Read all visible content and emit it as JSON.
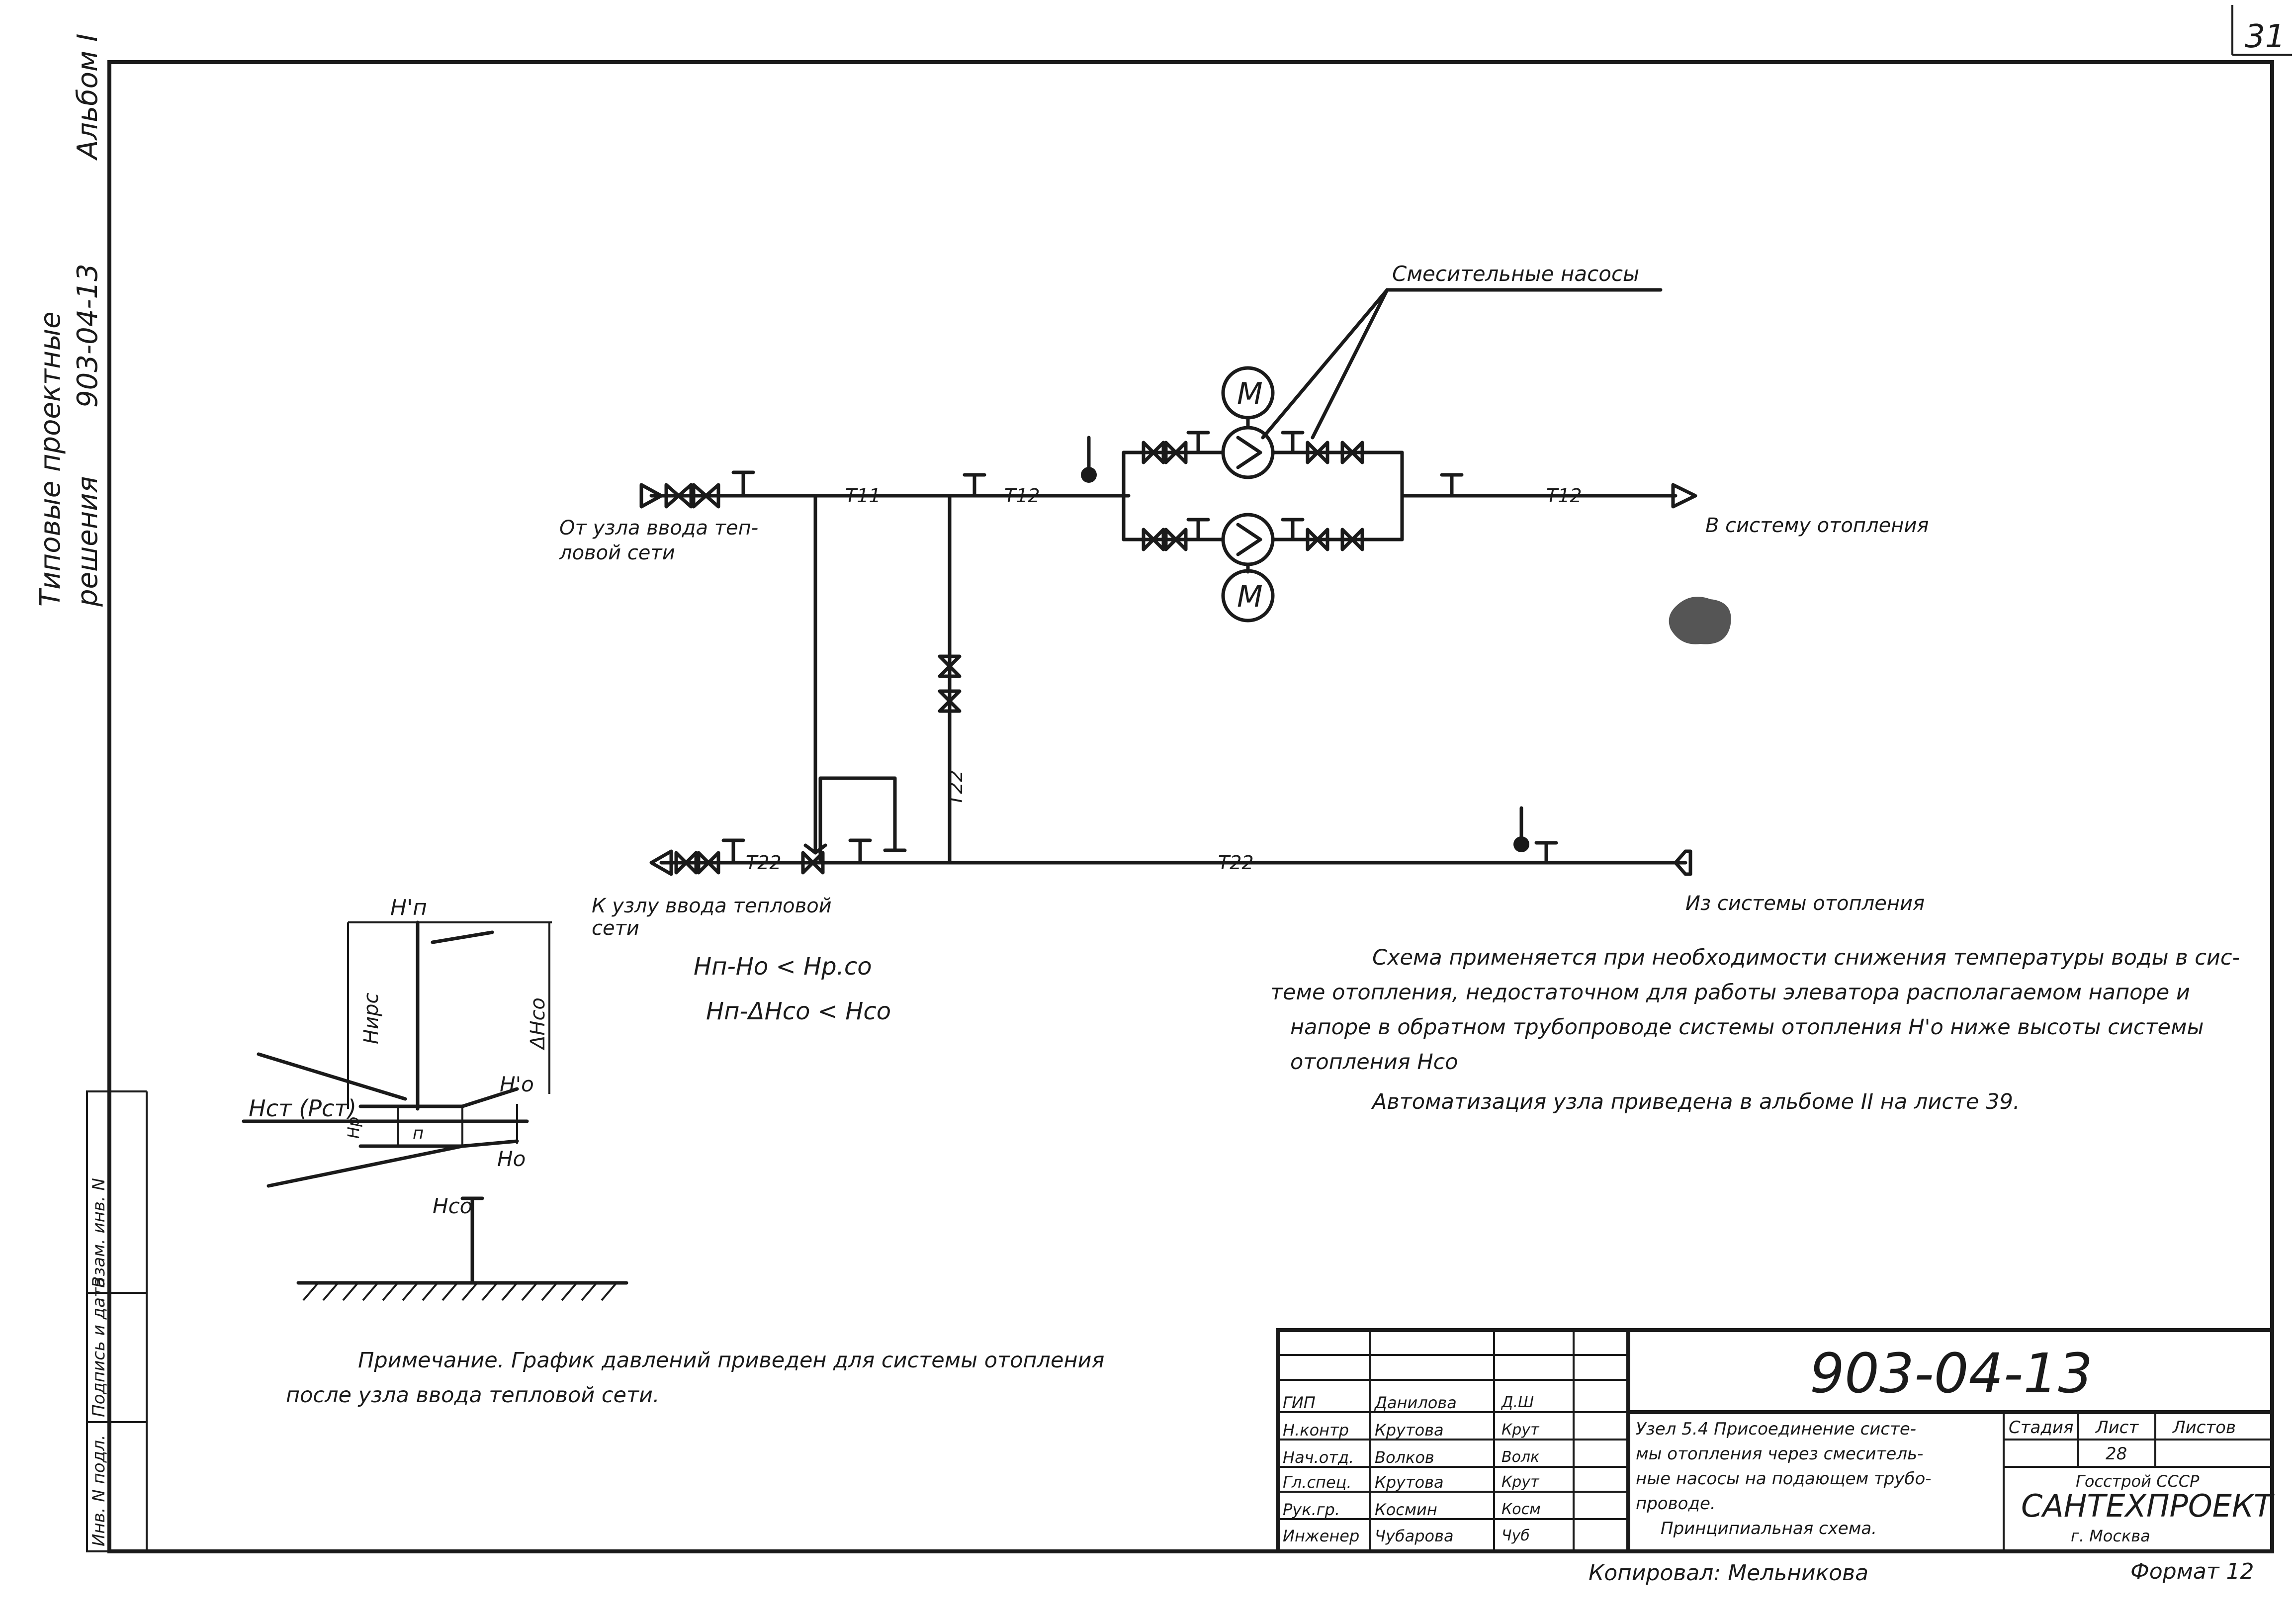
{
  "page_number": "31",
  "side_title": {
    "line1": "Типовые проектные",
    "line2": "решения",
    "code": "903-04-13",
    "album": "Альбом I"
  },
  "binding_strip": {
    "cell1": "Инв. N подл.",
    "cell2": "Подпись и дата",
    "cell3": "Взам. инв. N"
  },
  "diagram": {
    "callout_pumps": "Смесительные насосы",
    "from_network": "От узла ввода тепловой сети",
    "to_heating": "В систему отопления",
    "to_network_node": "К узлу ввода тепловой сети",
    "from_heating": "Из системы отопления",
    "motor_label": "М",
    "pipes": {
      "t11": "T11",
      "t12": "T12",
      "t22": "T22"
    },
    "formula1": "Нп-Но < Нр.со",
    "formula2": "Нп-ΔНсо < Нсо"
  },
  "pressure_graph": {
    "hp_prime": "Н'п",
    "hnrs": "Нирс",
    "dhco": "ΔНсо",
    "hcm_pcm": "Нст (Рст)",
    "h0_prime": "Н'о",
    "h0": "Но",
    "hco": "Нсо",
    "hp": "Нр",
    "n": "п"
  },
  "notes": {
    "description_lines": [
      "Схема применяется при необходимости снижения температуры воды в сис-",
      "теме отопления, недостаточном для работы элеватора располагаемом напоре и",
      "напоре в обратном трубопроводе системы отопления Н'о ниже высоты системы",
      "отопления Нсо"
    ],
    "automation": "Автоматизация узла приведена в альбоме II на листе 39.",
    "note_lines": [
      "Примечание. График давлений приведен для системы отопления",
      "после узла ввода тепловой сети."
    ]
  },
  "title_block": {
    "doc_code": "903-04-13",
    "roles": [
      "ГИП",
      "Н.контр",
      "Нач.отд.",
      "Гл.спец.",
      "Рук.гр.",
      "Инженер"
    ],
    "names": [
      "Данилова",
      "Крутова",
      "Волков",
      "Крутова",
      "Космин",
      "Чубарова"
    ],
    "signatures": [
      "Д.Ш",
      "Крут",
      "Волк",
      "Крут",
      "Косм",
      "Чуб"
    ],
    "title_lines": [
      "Узел 5.4 Присоединение систе-",
      "мы отопления через смеситель-",
      "ные насосы на подающем трубо-",
      "проводе.",
      "Принципиальная схема."
    ],
    "stage_header": "Стадия",
    "sheet_header": "Лист",
    "sheets_header": "Листов",
    "sheet_value": "28",
    "org_line1": "Госстрой СССР",
    "org_line2": "САНТЕХПРОЕКТ",
    "org_line3": "г. Москва"
  },
  "footer": {
    "copied_by": "Копировал: Мельникова",
    "format": "Формат 12"
  }
}
